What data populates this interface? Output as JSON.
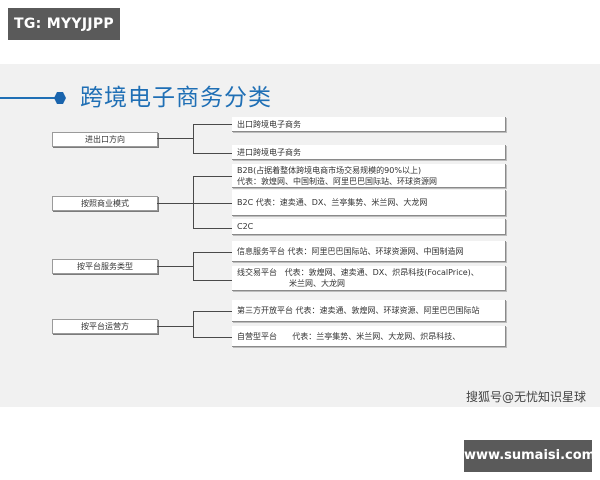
{
  "tag": "TG: MYYJJPP",
  "title": "跨境电子商务分类",
  "colors": {
    "accent": "#1f6fb5",
    "panel": "#f1f1f1",
    "tag_bg": "#5a5a5a"
  },
  "categories": [
    {
      "label": "进出口方向",
      "children": [
        {
          "lines": [
            "出口跨境电子商务"
          ]
        },
        {
          "lines": [
            "进口跨境电子商务"
          ]
        }
      ]
    },
    {
      "label": "按照商业模式",
      "children": [
        {
          "lines": [
            "B2B(占据着整体跨境电商市场交易规模的90%以上)",
            "代表：敦煌网、中国制造、阿里巴巴国际站、环球资源网"
          ]
        },
        {
          "lines": [
            "B2C  代表：速卖通、DX、兰亭集势、米兰网、大龙网"
          ]
        },
        {
          "lines": [
            "C2C"
          ]
        }
      ]
    },
    {
      "label": "按平台服务类型",
      "children": [
        {
          "lines": [
            "信息服务平台 代表：阿里巴巴国际站、环球资源网、中国制造网"
          ]
        },
        {
          "lines": [
            "线交易平台   代表：敦煌网、速卖通、DX、炽昂科技(FocalPrice)、",
            "米兰网、大龙网"
          ]
        }
      ]
    },
    {
      "label": "按平台运营方",
      "children": [
        {
          "lines": [
            "第三方开放平台 代表：速卖通、敦煌网、环球资源、阿里巴巴国际站"
          ]
        },
        {
          "lines": [
            "自营型平台      代表：兰亭集势、米兰网、大龙网、炽昂科技、"
          ]
        }
      ]
    }
  ],
  "watermark": "搜狐号@无忧知识星球",
  "site": "www.sumaisi.com"
}
